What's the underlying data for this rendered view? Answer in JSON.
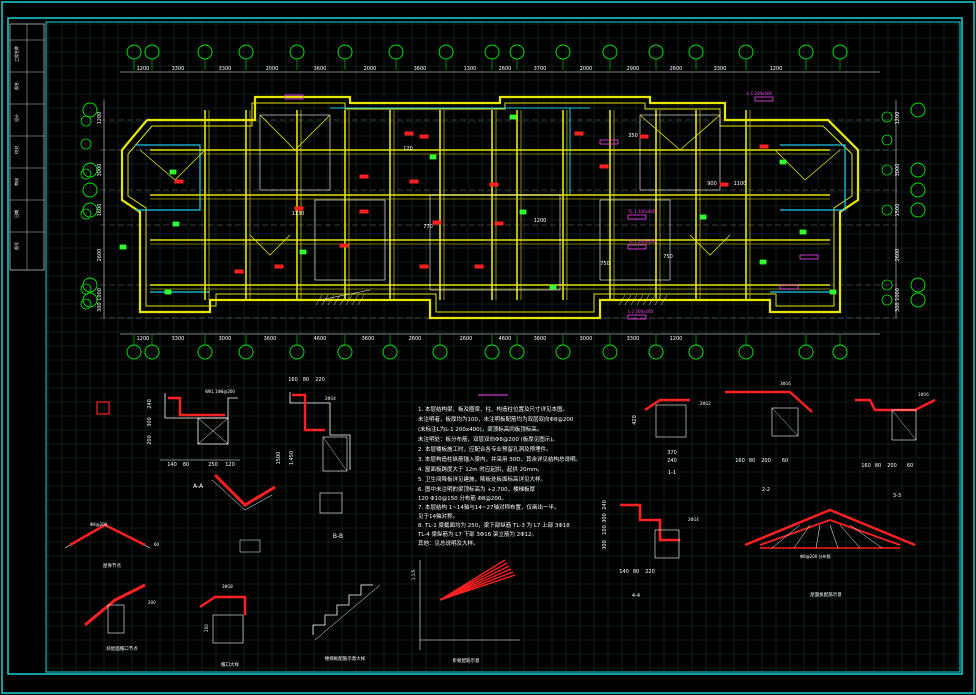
{
  "drawing": {
    "background": "#000000",
    "colors": {
      "frame": "#19d3d3",
      "grid": "#1a3a3a",
      "axis_bubble": "#00e000",
      "beam": "#e6e600",
      "wall": "#ffffff",
      "rebar": "#ff2020",
      "cyan_wall": "#20c8e8",
      "magenta_tag": "#ff40ff",
      "green_tag": "#30ff30",
      "dimension": "#ffffff"
    }
  },
  "plan": {
    "top_dims": [
      "1200",
      "3300",
      "3300",
      "2000",
      "3600",
      "2000",
      "3600",
      "1300",
      "2600",
      "3700",
      "2000",
      "2900",
      "2600",
      "3300",
      "1200"
    ],
    "bottom_dims": [
      "1200",
      "3300",
      "3000",
      "3600",
      "4600",
      "3600",
      "2600",
      "2600",
      "4600",
      "3600",
      "3000",
      "3300",
      "1200"
    ],
    "left_dims": [
      "1200",
      "3000",
      "1600",
      "2600",
      "300 1000"
    ],
    "right_dims": [
      "1200",
      "3000",
      "1500",
      "2600",
      "300 1000"
    ],
    "labels": {
      "l_top": "L-1 200x400",
      "mid_b1": "TL-1 200x400",
      "mid_b2": "TL-1 200x400",
      "mid_r1": "L-2 200x400",
      "dim_1200": "1200",
      "dim_750a": "750",
      "dim_750b": "750",
      "dim_900": "900",
      "dim_1100": "1100",
      "dim_350": "350",
      "dim_770": "770",
      "dim_120": "120",
      "dim_1130": "1130"
    }
  },
  "notes": {
    "lines": [
      "1.  本层结构梁、板及圈梁、柱、构造柱位置及尺寸详见本图。",
      "    未注明者，板厚均为100，未注明板配筋均为双层双向Φ8@200",
      "    (未标注L为L-1 200x400)，梁顶标高同板顶标高。",
      "    未注明处：板分布筋，双层双向Φ8@200 (板厚见图示)。",
      "2.  本层楼板施工时，应配合各专业预留孔洞及预埋件。",
      "3.  本层构造柱纵筋锚入梁内，并采用 30D，其余详见结构总说明。",
      "4.  屋面板跨度大于 12m 时应起拱，起拱 20mm。",
      "5.  卫生间降板详见建施，降板处板面标高详见大样。",
      "6.  图中未注明的梁顶标高为 +2.700，楼梯板厚",
      "    120 Φ10@150 分布筋 Φ8@200。",
      "7.  本层结构 1~14轴与14~27轴对称布置，仅画出一半。",
      "    见于14轴对称。",
      "8.  TL-1 梁截面均为 250，梁下部纵筋 TL-3 为 L7 上部 3Φ18",
      "    TL-4 梁纵筋为 L7 下部 3Φ16 架立筋为 2Φ12。",
      "    其他：见总说明及大样。"
    ]
  },
  "details": {
    "aa": {
      "title": "A-A",
      "dims": [
        "140",
        "80",
        "250",
        "120"
      ],
      "left_dims": [
        "200",
        "300",
        "240"
      ],
      "tag": "WKL 1Φ8@200"
    },
    "bb": {
      "title": "B-B",
      "dims": [
        "160",
        "80",
        "220"
      ],
      "left_dims": [
        "1500",
        "1.450"
      ],
      "tag": "2Φ14"
    },
    "ridge": {
      "title": "屋脊节点",
      "tag": "Φ8@200",
      "dim": "60"
    },
    "hip": {
      "title": "斜屋面檐口节点",
      "dim": "200"
    },
    "gable": {
      "title": "檐口大样",
      "tag": "3Φ18",
      "dim": "200"
    },
    "stair": {
      "title": "楼梯板配筋示意大样"
    },
    "fan": {
      "title": "折板配筋示意",
      "lbl": "1.1.5"
    },
    "r1": {
      "title": "1-1",
      "dims": [
        "370",
        "240"
      ],
      "tag": "2Φ12",
      "left": "420"
    },
    "r2": {
      "title": "2-2",
      "dims": [
        "160",
        "80",
        "200",
        "60"
      ],
      "tag": "3Φ16"
    },
    "r3": {
      "title": "3-3",
      "dims": [
        "160",
        "80",
        "200",
        "60"
      ],
      "tag": "1Φ16"
    },
    "r4": {
      "title": "4-4",
      "dims": [
        "140",
        "80",
        "220"
      ],
      "left_dims": [
        "300",
        "100",
        "300",
        "240"
      ],
      "tag": "2Φ14"
    },
    "truss": {
      "title": "屋面板配筋示意",
      "lbl": "Φ8@200 分布筋"
    }
  },
  "title_block": {
    "rows": [
      "工程名称",
      "图名",
      "设计",
      "校对",
      "审核",
      "日期",
      "图号"
    ]
  }
}
